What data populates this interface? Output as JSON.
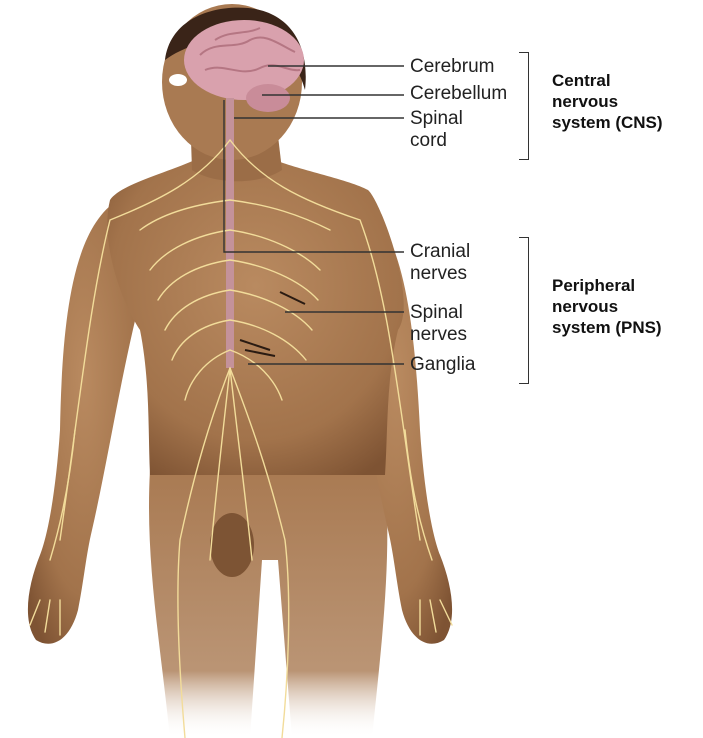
{
  "structures": {
    "cerebrum": "Cerebrum",
    "cerebellum": "Cerebellum",
    "spinal_cord": [
      "Spinal",
      "cord"
    ],
    "cranial_nerves": [
      "Cranial",
      "nerves"
    ],
    "spinal_nerves": [
      "Spinal",
      "nerves"
    ],
    "ganglia": "Ganglia"
  },
  "groups": {
    "cns": [
      "Central",
      "nervous",
      "system (CNS)"
    ],
    "pns": [
      "Peripheral",
      "nervous",
      "system (PNS)"
    ]
  },
  "colors": {
    "skin": "#a97a52",
    "skin_shadow": "#7d5434",
    "hair": "#3a2418",
    "brain": "#d9a1ad",
    "brain_fold": "#b57683",
    "nerve": "#f2dc9a",
    "spinal_cord": "#c4929a",
    "leader_line": "#333333"
  }
}
